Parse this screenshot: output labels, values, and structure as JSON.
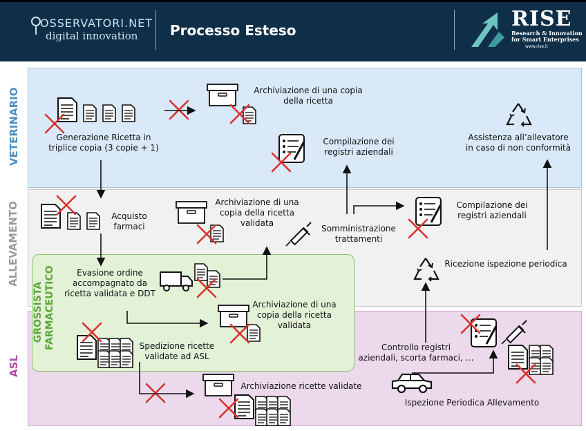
{
  "header": {
    "brand_main": "OSSERVATORI.NET",
    "brand_sub": "digital innovation",
    "title": "Processo Esteso",
    "rise_name": "RISE",
    "rise_tag_1": "Research & Innovation",
    "rise_tag_2": "for Smart Enterprises",
    "rise_url": "www.rise.it"
  },
  "lanes": {
    "veterinario": "VETERINARIO",
    "allevamento": "ALLEVAMENTO",
    "grossista_1": "GROSSISTA",
    "grossista_2": "FARMACEUTICO",
    "asl": "ASL"
  },
  "colors": {
    "header_bg": "#0f2f49",
    "vet_lane": "#d9e9f7",
    "vet_label": "#4a90c8",
    "allevamento_lane": "#f1f1f1",
    "allevamento_label": "#9a9a9a",
    "grossista_lane": "#e3f1d7",
    "grossista_label": "#5aa83a",
    "asl_lane": "#ecd9ec",
    "asl_label": "#b04aa8",
    "cross": "#d8322f"
  },
  "steps": {
    "generazione_1": "Generazione Ricetta in",
    "generazione_2": "triplice copia (3 copie + 1)",
    "archiviazione_vet_1": "Archiviazione di una copia",
    "archiviazione_vet_2": "della ricetta",
    "compilazione_vet_1": "Compilazione dei",
    "compilazione_vet_2": "registri aziendali",
    "assistenza_1": "Assistenza all’allevatore",
    "assistenza_2": "in caso di non conformità",
    "acquisto_1": "Acquisto",
    "acquisto_2": "farmaci",
    "archiviazione_all_1": "Archiviazione di una",
    "archiviazione_all_2": "copia della ricetta",
    "archiviazione_all_3": "validata",
    "somministrazione_1": "Somministrazione",
    "somministrazione_2": "trattamenti",
    "compilazione_all_1": "Compilazione dei",
    "compilazione_all_2": "registri aziendali",
    "ricezione": "Ricezione ispezione periodica",
    "evasione_1": "Evasione ordine",
    "evasione_2": "accompagnato da",
    "evasione_3": "ricetta validata e DDT",
    "archiviazione_gro_1": "Archiviazione di una",
    "archiviazione_gro_2": "copia della ricetta",
    "archiviazione_gro_3": "validata",
    "spedizione_1": "Spedizione ricette",
    "spedizione_2": "validate ad ASL",
    "controllo_1": "Controllo registri",
    "controllo_2": "aziendali, scorta farmaci, …",
    "archiviazione_asl": "Archiviazione ricette validate",
    "ispezione": "Ispezione Periodica Allevamento"
  },
  "icons": [
    "document-icon",
    "archive-box-icon",
    "register-notebook-icon",
    "syringe-icon",
    "truck-icon",
    "car-icon",
    "recycle-icon",
    "cross-icon",
    "rise-logo-icon",
    "osservatori-pin-icon"
  ]
}
